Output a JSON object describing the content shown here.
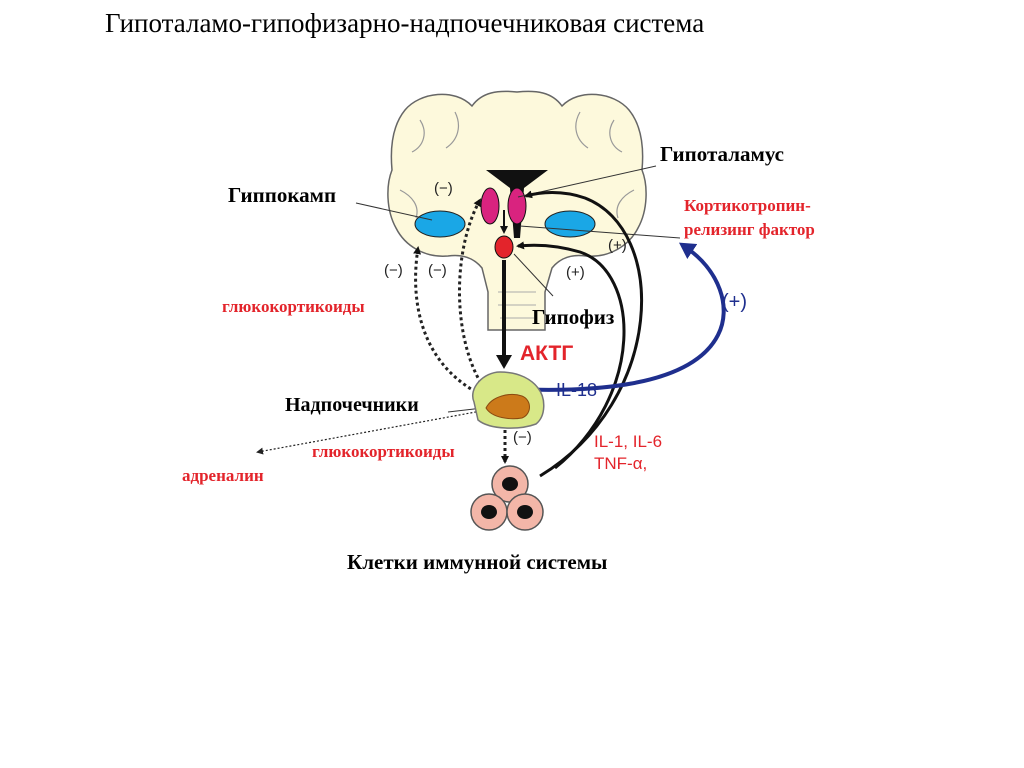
{
  "title": "Гипоталамо-гипофизарно-надпочечниковая система",
  "labels": {
    "hypothalamus": "Гипоталамус",
    "hippocampus": "Гиппокамп",
    "crf_line1": "Кортикотропин-",
    "crf_line2": "релизинг фактор",
    "glucocorticoids_upper": "глюкокортикоиды",
    "pituitary": "Гипофиз",
    "acth": "АКТГ",
    "adrenals": "Надпочечники",
    "glucocorticoids_lower": "глюкокортикоиды",
    "adrenaline": "адреналин",
    "immune_cells": "Клетки иммунной системы",
    "il18": "IL-18",
    "il1_il6": "IL-1, IL-6",
    "tnf": "TNF-α,",
    "feedback_plus": "(+)"
  },
  "signs": {
    "neg_top": "(−)",
    "neg_left_outer": "(−)",
    "neg_left_inner": "(−)",
    "pos_right_upper": "(+)",
    "pos_right_lower": "(+)",
    "neg_bottom": "(−)"
  },
  "colors": {
    "brain_fill": "#fdf9dc",
    "hippocampus_fill": "#1aa7e6",
    "hypothalamus_fill": "#d9237f",
    "pituitary_fill": "#e3242b",
    "adrenal_outer": "#d8e888",
    "adrenal_inner": "#cc7a1a",
    "immune_cell_fill": "#f3b6a8",
    "feedback_blue": "#1f2f8e",
    "label_red": "#e3242b"
  }
}
